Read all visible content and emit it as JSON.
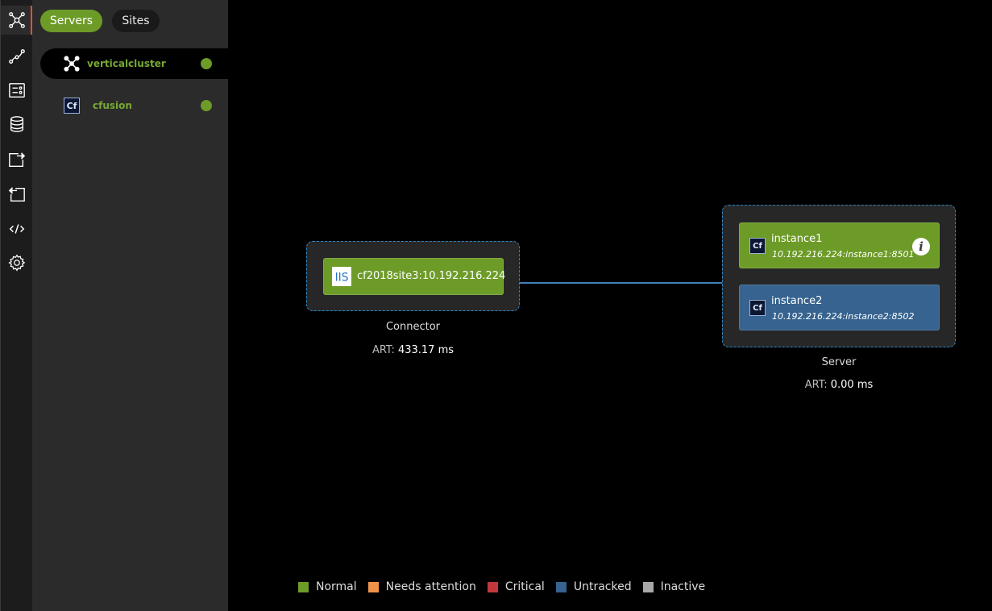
{
  "rail": {
    "items": [
      {
        "icon": "cluster-icon",
        "active": true
      },
      {
        "icon": "flow-icon"
      },
      {
        "icon": "list-settings-icon"
      },
      {
        "icon": "database-icon"
      },
      {
        "icon": "export-icon"
      },
      {
        "icon": "import-icon"
      },
      {
        "icon": "code-icon"
      },
      {
        "icon": "gear-icon"
      }
    ]
  },
  "tabs": {
    "servers": "Servers",
    "sites": "Sites"
  },
  "server_list": [
    {
      "name": "verticalcluster",
      "icon": "cluster-icon",
      "status_color": "#6d9b28",
      "selected": true
    },
    {
      "name": "cfusion",
      "icon": "cf-icon",
      "icon_text": "Cf",
      "status_color": "#6d9b28"
    }
  ],
  "connector": {
    "node_label": "cf2018site3:10.192.216.224",
    "badge_text": "IIS",
    "caption": "Connector",
    "art_label": "ART:",
    "art_value": "433.17 ms"
  },
  "server": {
    "instances": [
      {
        "name": "instance1",
        "address": "10.192.216.224:instance1:8501",
        "badge_text": "Cf",
        "status": "Normal",
        "info_text": "i"
      },
      {
        "name": "instance2",
        "address": "10.192.216.224:instance2:8502",
        "badge_text": "Cf",
        "status": "Untracked"
      }
    ],
    "caption": "Server",
    "art_label": "ART:",
    "art_value": "0.00 ms"
  },
  "legend": [
    {
      "label": "Normal",
      "color": "#6d9b28"
    },
    {
      "label": "Needs attention",
      "color": "#f0934a"
    },
    {
      "label": "Critical",
      "color": "#c0383b"
    },
    {
      "label": "Untracked",
      "color": "#36638f"
    },
    {
      "label": "Inactive",
      "color": "#a8a8a8"
    }
  ]
}
